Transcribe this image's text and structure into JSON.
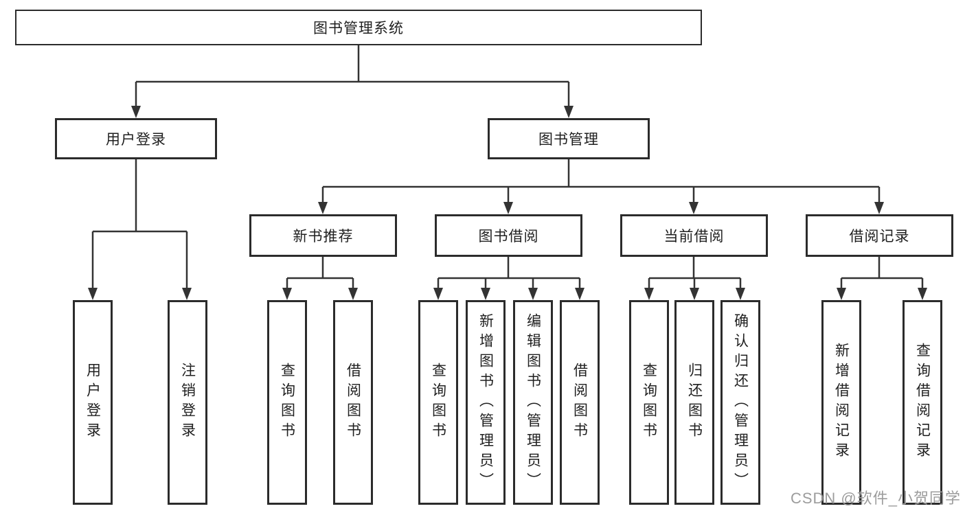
{
  "tree": {
    "root": {
      "label": "图书管理系统"
    },
    "branches": [
      {
        "label": "用户登录",
        "children": [
          {
            "label": "用户登录"
          },
          {
            "label": "注销登录"
          }
        ]
      },
      {
        "label": "图书管理",
        "children": [
          {
            "label": "新书推荐",
            "children": [
              {
                "label": "查询图书"
              },
              {
                "label": "借阅图书"
              }
            ]
          },
          {
            "label": "图书借阅",
            "children": [
              {
                "label": "查询图书"
              },
              {
                "label": "新增图书（管理员）"
              },
              {
                "label": "编辑图书（管理员）"
              },
              {
                "label": "借阅图书"
              }
            ]
          },
          {
            "label": "当前借阅",
            "children": [
              {
                "label": "查询图书"
              },
              {
                "label": "归还图书"
              },
              {
                "label": "确认归还（管理员）"
              }
            ]
          },
          {
            "label": "借阅记录",
            "children": [
              {
                "label": "新增借阅记录"
              },
              {
                "label": "查询借阅记录"
              }
            ]
          }
        ]
      }
    ]
  },
  "watermark": {
    "text": "CSDN @软件_小贺同学"
  },
  "colors": {
    "line": "#333333",
    "box_border": "#2b2b2b",
    "text": "#1f1f1f",
    "watermark": "#9c9c9c",
    "background": "#ffffff"
  }
}
